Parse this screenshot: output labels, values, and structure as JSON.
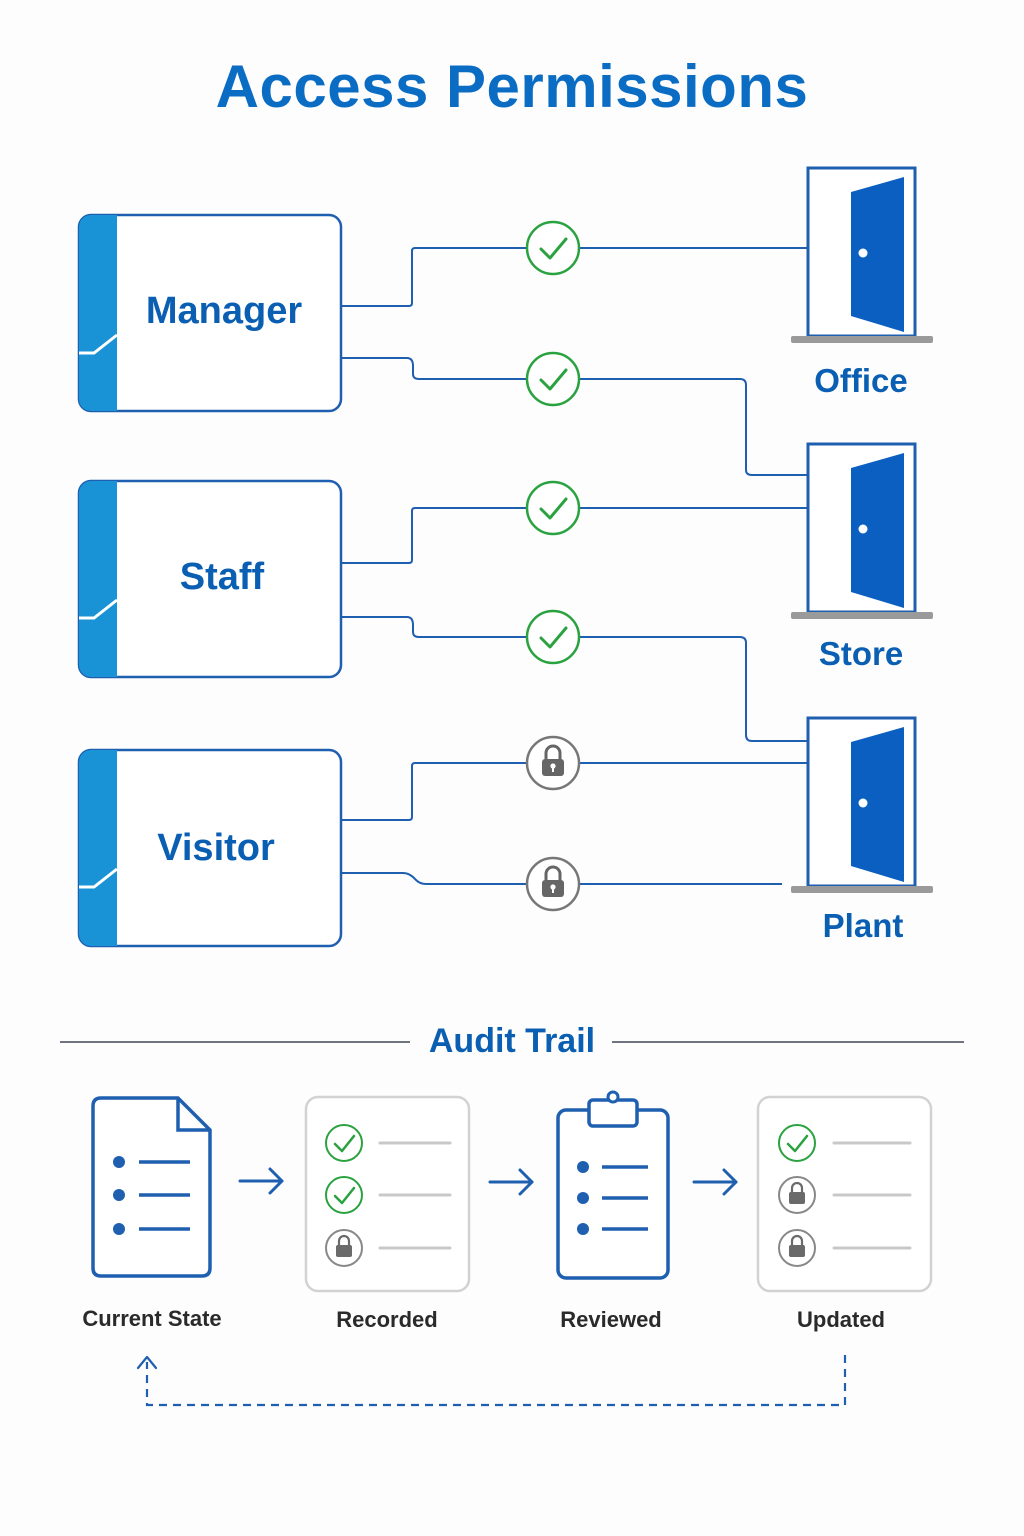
{
  "title": "Access Permissions",
  "roles": [
    {
      "label": "Manager"
    },
    {
      "label": "Staff"
    },
    {
      "label": "Visitor"
    }
  ],
  "doors": [
    {
      "label": "Office"
    },
    {
      "label": "Store"
    },
    {
      "label": "Plant"
    }
  ],
  "connections": [
    {
      "from": "Manager",
      "to": "Office",
      "status": "granted"
    },
    {
      "from": "Manager",
      "to": "Store",
      "status": "granted"
    },
    {
      "from": "Staff",
      "to": "Store",
      "status": "granted"
    },
    {
      "from": "Staff",
      "to": "Plant",
      "status": "granted"
    },
    {
      "from": "Visitor",
      "to": "Plant",
      "status": "locked"
    },
    {
      "from": "Visitor",
      "to": "Plant",
      "status": "locked"
    }
  ],
  "audit": {
    "title": "Audit Trail",
    "steps": [
      {
        "label": "Current State",
        "icon": "document-icon"
      },
      {
        "label": "Recorded",
        "icon": "checklist-card-icon",
        "rows": [
          "granted",
          "granted",
          "locked"
        ]
      },
      {
        "label": "Reviewed",
        "icon": "clipboard-icon"
      },
      {
        "label": "Updated",
        "icon": "checklist-card-icon",
        "rows": [
          "granted",
          "locked",
          "locked"
        ]
      }
    ],
    "loop": "Updated to Current State"
  },
  "colors": {
    "primary": "#0b6cc4",
    "role_accent": "#1a92d6",
    "connector": "#1f5fb0",
    "granted": "#2aa23f",
    "locked": "#6b6b6b",
    "door": "#0b5fc0",
    "floor": "#9a9a9a"
  }
}
